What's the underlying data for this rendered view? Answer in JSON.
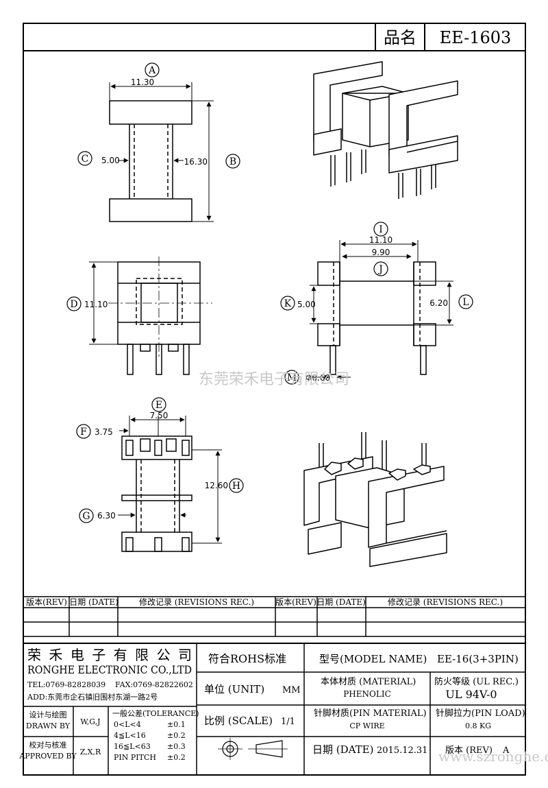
{
  "header": {
    "name_label": "品名",
    "part_no": "EE-1603"
  },
  "views": {
    "top": {
      "markers": {
        "a": "A",
        "b": "B",
        "c": "C"
      },
      "dims": {
        "a": "11.30",
        "b": "16.30",
        "c": "5.00"
      }
    },
    "front": {
      "markers": {
        "d": "D"
      },
      "dims": {
        "d": "11.10"
      }
    },
    "side": {
      "markers": {
        "i": "I",
        "j": "J",
        "k": "K",
        "l": "L",
        "m": "M"
      },
      "dims": {
        "i": "11.10",
        "j": "9.90",
        "k": "5.00",
        "l": "6.20",
        "m": "Φ0.60"
      }
    },
    "bottom": {
      "markers": {
        "e": "E",
        "f": "F",
        "g": "G",
        "h": "H"
      },
      "dims": {
        "e": "7.50",
        "f": "3.75",
        "g": "6.30",
        "h": "12.60"
      }
    }
  },
  "watermarks": {
    "center": "东莞荣禾电子有限公司",
    "footer": "www.szronghe.cn"
  },
  "revisions": {
    "headers": [
      "版本(REV)",
      "日期 (DATE)",
      "修改记录 (REVISIONS REC.)",
      "版本(REV)",
      "日期 (DATE)",
      "修改记录 (REVISIONS REC.)"
    ]
  },
  "title_block": {
    "company_cn": "荣禾电子有限公司",
    "company_en": "RONGHE ELECTRONIC CO.,LTD",
    "tel": "TEL:0769-82828039",
    "fax": "FAX:0769-82822602",
    "address": "ADD:东莞市企石镇旧围村东湖一路2号",
    "rohs": "符合ROHS标准",
    "model_label": "型号(MODEL NAME)",
    "model_value": "EE-16(3+3PIN)",
    "unit_label": "单位 (UNIT)",
    "unit_value": "MM",
    "material_label": "本体材质 (MATERIAL)",
    "material_value": "PHENOLIC",
    "ul_label": "防火等级 (UL REC.)",
    "ul_value": "UL 94V-0",
    "design_label": "设计与绘图",
    "design_label_en": "DRAWN BY",
    "design_value": "W,G,J",
    "approve_label": "校对与核准",
    "approve_label_en": "APPROVED BY",
    "approve_value": "Z,X,R",
    "tolerance_title": "一般公差(TOLERANCE)",
    "tolerances": [
      {
        "range": "0<L<4",
        "value": "±0.1"
      },
      {
        "range": "4≦L<16",
        "value": "±0.2"
      },
      {
        "range": "16≦L<63",
        "value": "±0.3"
      },
      {
        "range": "PIN PITCH",
        "value": "±0.2"
      }
    ],
    "scale_label": "比例 (SCALE)",
    "scale_value": "1/1",
    "pin_material_label": "针脚材质(PIN MATERIAL)",
    "pin_material_value": "CP WIRE",
    "pin_load_label": "针脚拉力(PIN LOAD)",
    "pin_load_value": "0.8 KG",
    "date_label": "日期 (DATE)",
    "date_value": "2015.12.31",
    "rev_label": "版本 (REV)",
    "rev_value": "A"
  }
}
